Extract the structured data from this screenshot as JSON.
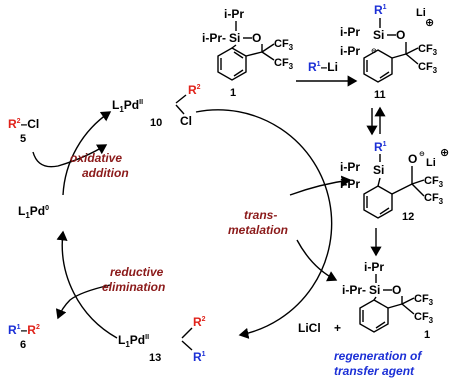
{
  "catalytic_cycle": {
    "oxidative_addition": [
      "oxidative",
      "addition"
    ],
    "transmetalation": [
      "trans-",
      "metalation"
    ],
    "reductive_elimination": [
      "reductive",
      "elimination"
    ]
  },
  "pd_species": {
    "pd0": {
      "L": "L",
      "sub": "1",
      "pd": "Pd",
      "sup": "0"
    },
    "pd_ox": {
      "L": "L",
      "sub": "1",
      "pd": "Pd",
      "sup": "II",
      "r": "R",
      "r_sup": "2",
      "cl": "Cl",
      "number": "10"
    },
    "pd_trans": {
      "L": "L",
      "sub": "1",
      "pd": "Pd",
      "sup": "II",
      "r2": "R",
      "r2_sup": "2",
      "r1": "R",
      "r1_sup": "1",
      "number": "13"
    }
  },
  "reactants": {
    "r2cl": {
      "r": "R",
      "sup": "2",
      "dash": "–",
      "cl": "Cl",
      "number": "5"
    },
    "product": {
      "r1": "R",
      "r1_sup": "1",
      "dash": "–",
      "r2": "R",
      "r2_sup": "2",
      "number": "6"
    },
    "r1li": {
      "r": "R",
      "sup": "1",
      "dash": "–",
      "li": "Li"
    }
  },
  "silane_labels": {
    "ipr": "i-Pr",
    "ipr_dash": "i-Pr-",
    "si": "Si",
    "o": "O",
    "cf3": "CF",
    "cf3_sub": "3",
    "li": "Li",
    "plus": "⊕",
    "minus": "⊖",
    "r1": "R",
    "r1_sup": "1"
  },
  "compound_numbers": {
    "c1_top": "1",
    "c11": "11",
    "c12": "12",
    "c1_bottom": "1"
  },
  "byproducts": {
    "licl": "LiCl",
    "plus": "+"
  },
  "caption": [
    "regeneration of",
    "transfer agent"
  ],
  "colors": {
    "r1": "#1b2fd6",
    "r2": "#e0221a",
    "step_labels": "#8b1a1a",
    "caption": "#1b2fd6"
  }
}
